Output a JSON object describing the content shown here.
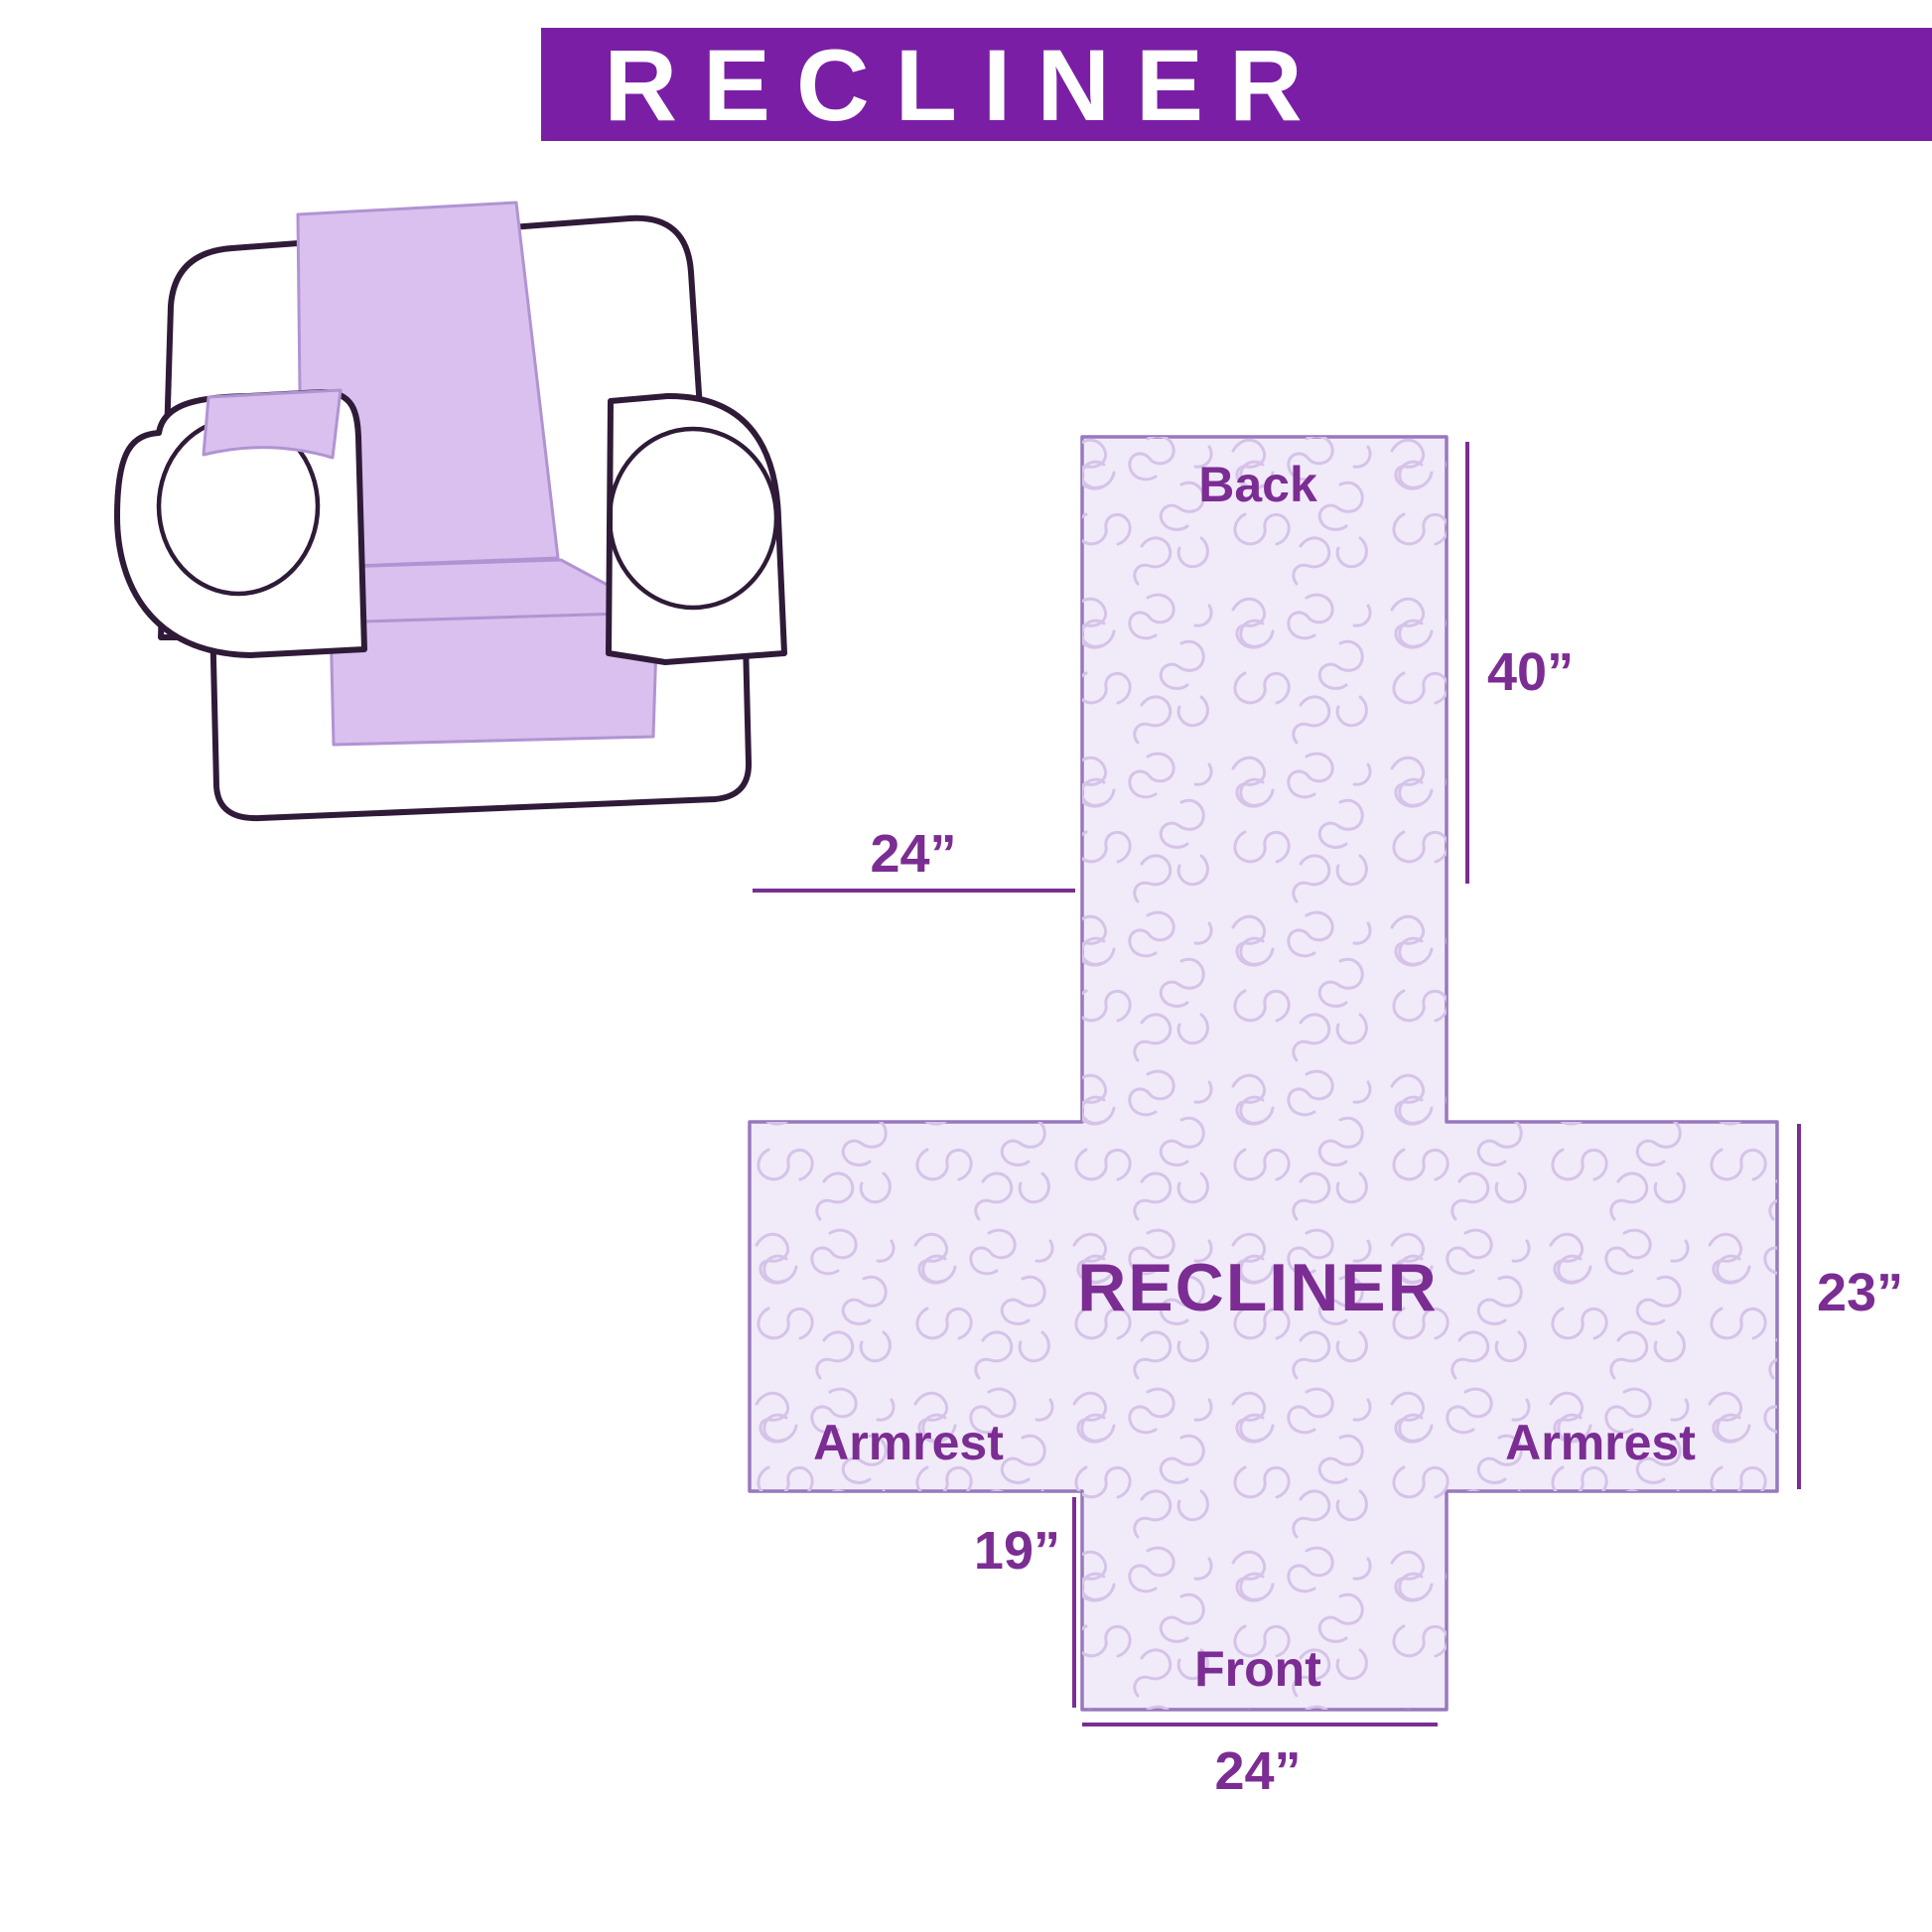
{
  "colors": {
    "page_bg": "#ffffff",
    "header_bg": "#7a1fa5",
    "header_text": "#ffffff",
    "label_text": "#7b2d93",
    "cross_fill": "#f1eaf9",
    "cross_border": "#9878bd",
    "pattern_stroke": "#d5c3e8",
    "chair_outline": "#2f1b38",
    "cover_fill": "#d9c0ee",
    "cover_stroke": "#b193d3"
  },
  "header": {
    "title": "RECLINER"
  },
  "diagram": {
    "center_label": "RECLINER",
    "back_label": "Back",
    "front_label": "Front",
    "armrest_left_label": "Armrest",
    "armrest_right_label": "Armrest",
    "dim_back_height": "40”",
    "dim_top_width": "24”",
    "dim_armrest_height": "23”",
    "dim_front_height": "19”",
    "dim_bottom_width": "24”"
  }
}
